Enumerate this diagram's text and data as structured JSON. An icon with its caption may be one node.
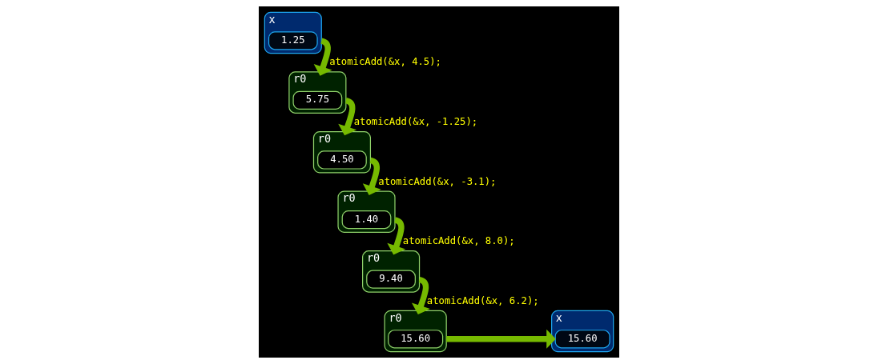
{
  "diagram": {
    "nodes": [
      {
        "text": [
          "x"
        ]
      },
      {
        "text": [
          "1.25"
        ],
        "in": 0
      },
      {
        "text": [
          "r0"
        ]
      },
      {
        "text": [
          "5.75"
        ],
        "in": 2
      },
      {
        "text": [
          "r0"
        ]
      },
      {
        "text": [
          "4.50"
        ],
        "in": 4
      },
      {
        "text": [
          "r0"
        ]
      },
      {
        "text": [
          "1.40"
        ],
        "in": 6
      },
      {
        "text": [
          "r0"
        ]
      },
      {
        "text": [
          "9.40"
        ],
        "in": 8
      },
      {
        "text": [
          "r0"
        ]
      },
      {
        "text": [
          "15.60"
        ],
        "in": 10
      },
      {
        "text": [
          "x"
        ]
      },
      {
        "text": [
          "15.60"
        ],
        "in": 12
      }
    ],
    "edges": [
      {
        "from": 0,
        "to": 2,
        "arrow": "to",
        "label": "atomicAdd(&x, 4.5);"
      },
      {
        "from": 2,
        "to": 4,
        "arrow": "to",
        "label": "atomicAdd(&x, -1.25);"
      },
      {
        "from": 4,
        "to": 6,
        "arrow": "to",
        "label": "atomicAdd(&x, -3.1);"
      },
      {
        "from": 6,
        "to": 8,
        "arrow": "to",
        "label": "atomicAdd(&x, 8.0);"
      },
      {
        "from": 8,
        "to": 10,
        "arrow": "to",
        "label": "atomicAdd(&x, 6.2);"
      },
      {
        "from": 10,
        "to": 12,
        "arrow": "to"
      }
    ]
  }
}
